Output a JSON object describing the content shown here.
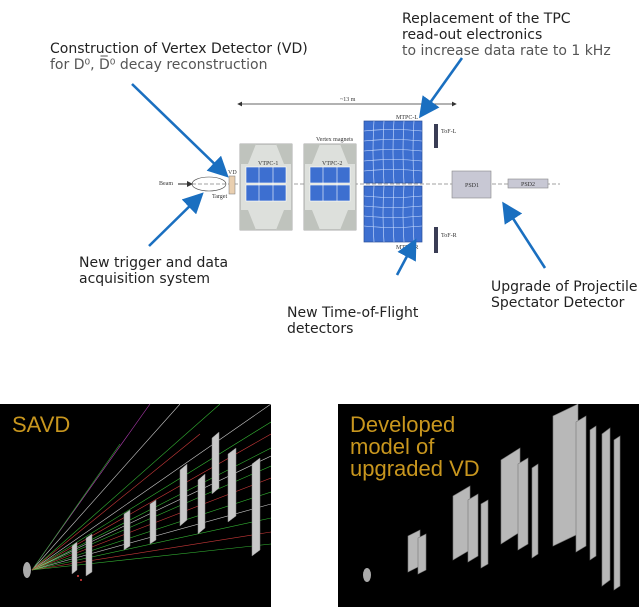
{
  "labels": {
    "vd_construction_line1": "Construction of Vertex Detector (VD)",
    "vd_construction_line2": "for D⁰,  D̅⁰ decay reconstruction",
    "tpc_line1": "Replacement of the TPC",
    "tpc_line2": "read-out  electronics",
    "tpc_line3": "to increase data rate to 1 kHz",
    "trigger_line1": "New trigger and data",
    "trigger_line2": "acquisition system",
    "tof_line1": "New Time-of-Flight",
    "tof_line2": "detectors",
    "psd_line1": "Upgrade of Projectile",
    "psd_line2": "Spectator Detector"
  },
  "detector": {
    "scale": "~13 m",
    "beam": "Beam",
    "target": "Target",
    "vd": "VD",
    "vtpc1": "VTPC-1",
    "vtpc2": "VTPC-2",
    "vertex_magnets": "Vertex magnets",
    "mtpc_l": "MTPC-L",
    "mtpc_r": "MTPC-R",
    "tof_l": "ToF-L",
    "tof_r": "ToF-R",
    "psd1": "PSD1",
    "psd2": "PSD2"
  },
  "panels": {
    "left_title": "SAVD",
    "right_title": "Developed\nmodel of\nupgraded VD"
  },
  "colors": {
    "arrow": "#1a6fc0",
    "panel_title": "#c8961e",
    "tpc_blue": "#3d6fd0"
  }
}
